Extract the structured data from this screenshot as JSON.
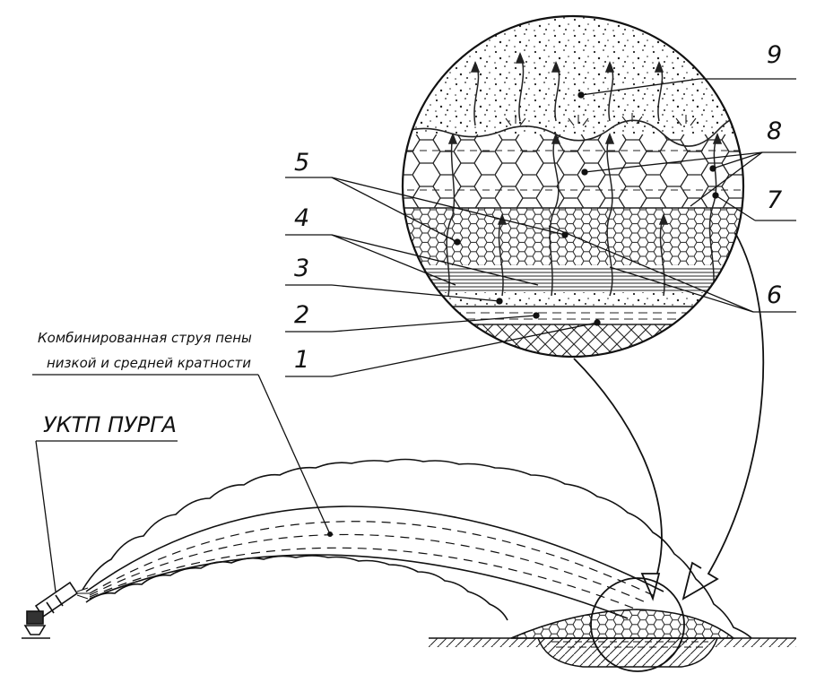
{
  "labels": {
    "n1": "1",
    "n2": "2",
    "n3": "3",
    "n4": "4",
    "n5": "5",
    "n6": "6",
    "n7": "7",
    "n8": "8",
    "n9": "9"
  },
  "caption": {
    "line1": "Комбинированная струя пены",
    "line2": "низкой и средней кратности"
  },
  "device": {
    "name": "УКТП ПУРГА"
  }
}
